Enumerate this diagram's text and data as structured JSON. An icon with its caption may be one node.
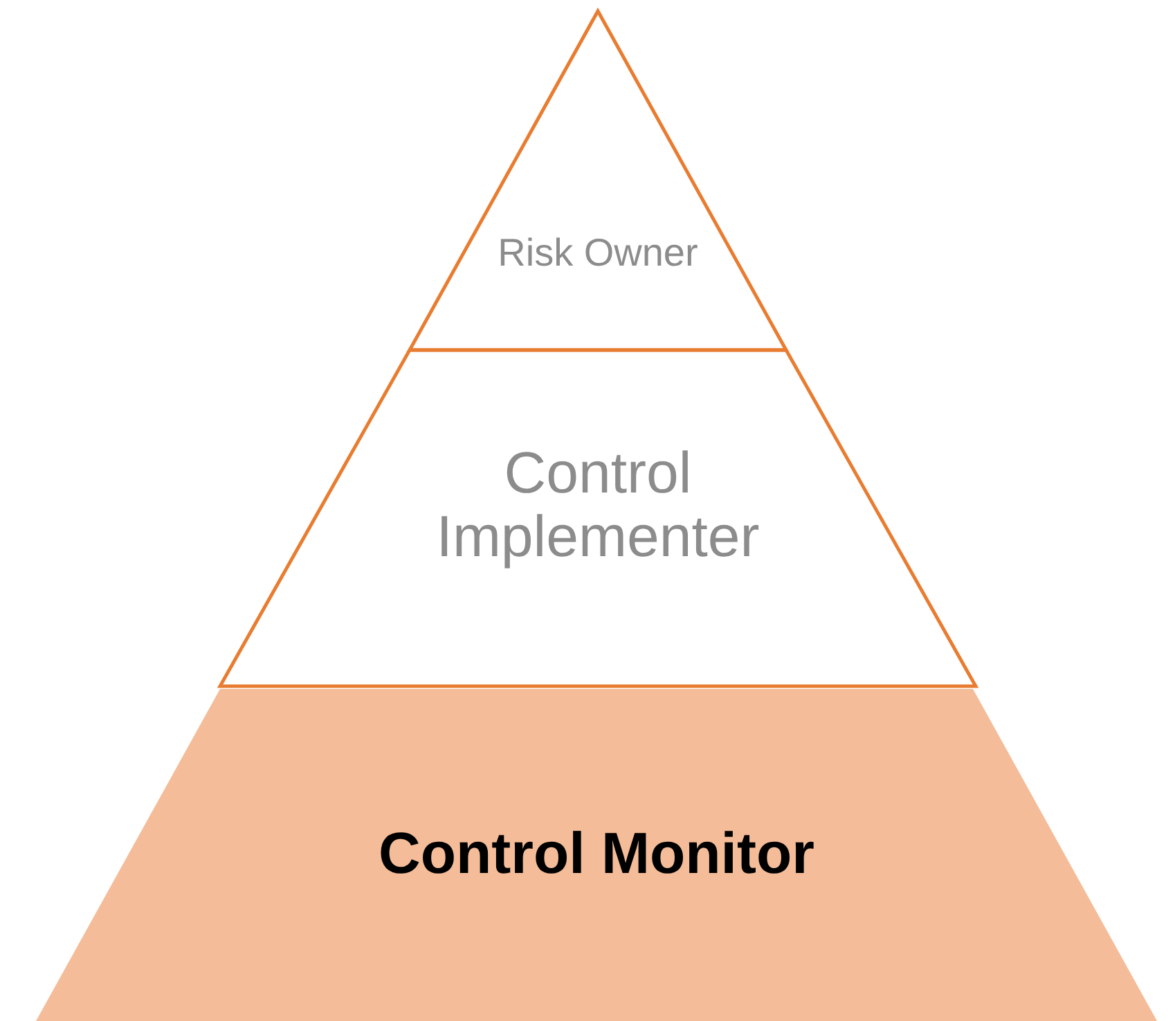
{
  "diagram": {
    "nodes": [
      {
        "text": [
          "Risk Owner"
        ]
      },
      {
        "text": [
          "Control Implementer"
        ]
      },
      {
        "text": [
          "Control Monitor"
        ]
      }
    ]
  }
}
